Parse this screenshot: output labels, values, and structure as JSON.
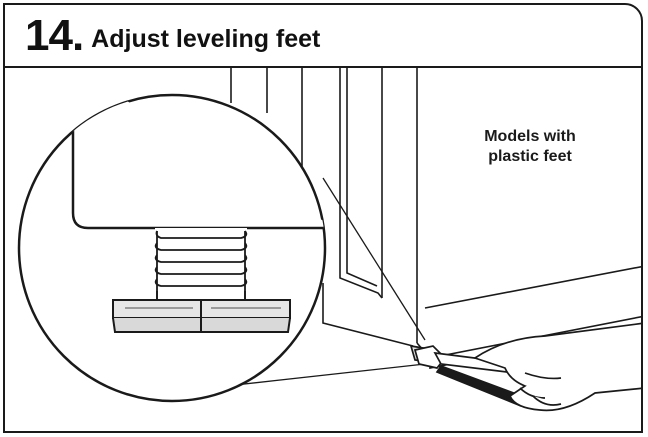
{
  "header": {
    "step_number": "14.",
    "title": "Adjust leveling feet"
  },
  "callout": {
    "line1": "Models with",
    "line2": "plastic feet"
  },
  "colors": {
    "stroke": "#1a1a1a",
    "background": "#ffffff",
    "shading": "#d9d9d9"
  },
  "icons": [
    "washer-cabinet-illustration",
    "magnified-foot-illustration",
    "wrench-in-hand-illustration"
  ]
}
